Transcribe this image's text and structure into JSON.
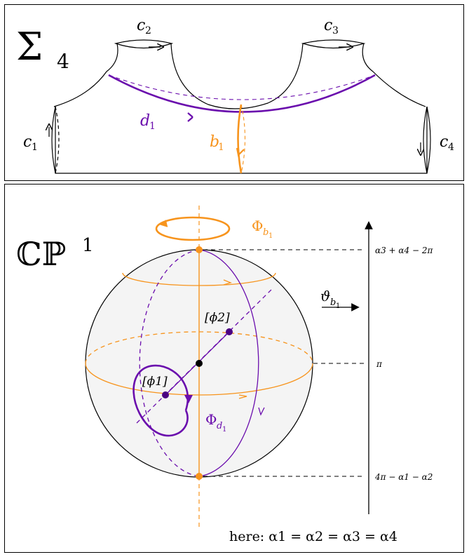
{
  "colors": {
    "orange": "#f7941d",
    "purple": "#6a0dad",
    "purple_light": "#7b2cbf",
    "sphere_fill": "#f4f4f4",
    "black": "#000000"
  },
  "top_panel": {
    "surface_label": "Σ",
    "surface_sub": "4",
    "c1": "c",
    "c1_sub": "1",
    "c2": "c",
    "c2_sub": "2",
    "c3": "c",
    "c3_sub": "3",
    "c4": "c",
    "c4_sub": "4",
    "d1": "d",
    "d1_sub": "1",
    "b1": "b",
    "b1_sub": "1"
  },
  "bottom_panel": {
    "space_label": "ℂℙ",
    "space_sup": "1",
    "phi_b1": "Φ",
    "phi_b1_sub": "b",
    "phi_b1_subsub": "1",
    "phi_d1": "Φ",
    "phi_d1_sub": "d",
    "phi_d1_subsub": "1",
    "theta_b1": "ϑ",
    "theta_b1_sub": "b",
    "theta_b1_subsub": "1",
    "phi1_point": "[ϕ1]",
    "phi2_point": "[ϕ2]",
    "axis_top": "α3 + α4 − 2π",
    "axis_mid": "π",
    "axis_bottom": "4π − α1 − α2",
    "note": "here: α1 = α2 = α3 = α4"
  }
}
